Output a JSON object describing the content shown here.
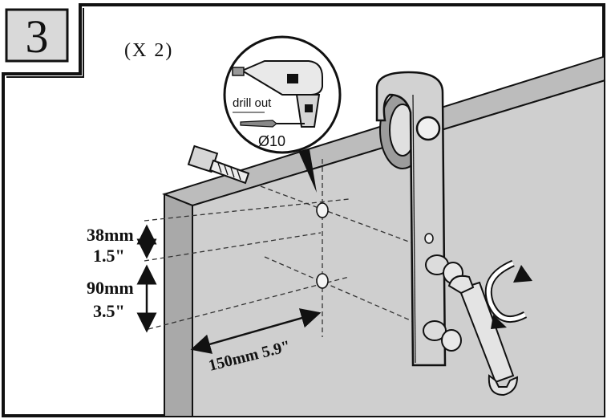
{
  "step": {
    "number": "3"
  },
  "quantity_note": "(X 2)",
  "drill_callout": {
    "label": "drill out",
    "diameter": "Ø10"
  },
  "dimensions": {
    "top_offset_mm": "38mm",
    "top_offset_in": "1.5\"",
    "hole_spacing_mm": "90mm",
    "hole_spacing_in": "3.5\"",
    "edge_offset": "150mm  5.9\""
  },
  "colors": {
    "door": "#cfcfcf",
    "door_edge": "#b9b9b9",
    "step_box": "#d9d9d9",
    "strap": "#d2d2d2",
    "line": "#111111"
  }
}
